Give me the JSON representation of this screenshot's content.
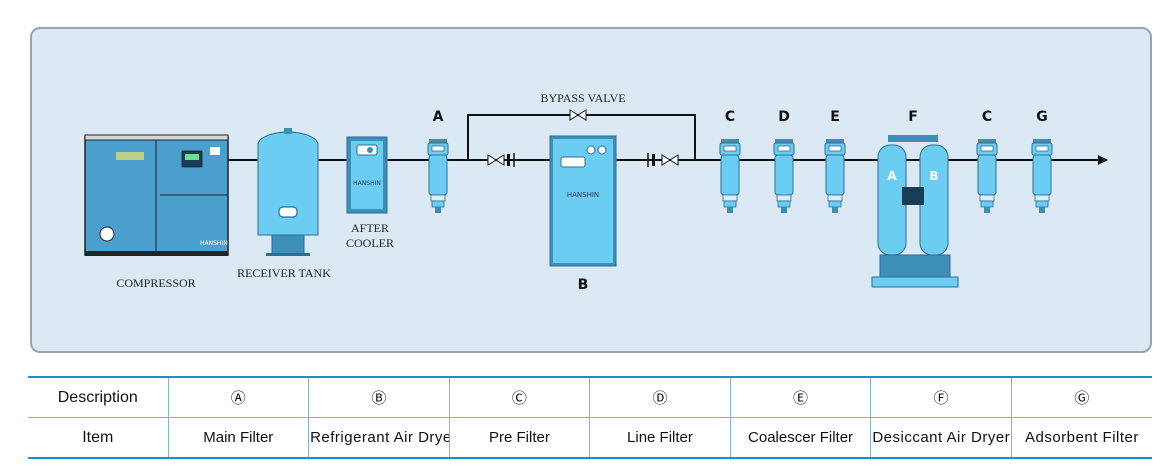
{
  "diagram": {
    "labels": {
      "compressor": "COMPRESSOR",
      "receiver_tank": "RECEIVER TANK",
      "after_cooler_1": "AFTER",
      "after_cooler_2": "COOLER",
      "bypass_valve": "BYPASS VALVE",
      "brand": "HANSHIN"
    },
    "letters": {
      "a": "A",
      "b": "B",
      "c1": "C",
      "d": "D",
      "e": "E",
      "f": "F",
      "c2": "C",
      "g": "G",
      "tower_a": "A",
      "tower_b": "B"
    },
    "colors": {
      "panel": "#dbe9f5",
      "equipment": "#6ccdf3",
      "equipment_dark": "#3d8fb8",
      "compressor": "#4a9fcc",
      "line": "#111111"
    }
  },
  "legend": {
    "header_description": "Description",
    "header_item": "Item",
    "columns": [
      {
        "symbol": "Ⓐ",
        "item": "Main Filter"
      },
      {
        "symbol": "Ⓑ",
        "item": "Refrigerant Air Dryer"
      },
      {
        "symbol": "Ⓒ",
        "item": "Pre Filter"
      },
      {
        "symbol": "Ⓓ",
        "item": "Line Filter"
      },
      {
        "symbol": "Ⓔ",
        "item": "Coalescer Filter"
      },
      {
        "symbol": "Ⓕ",
        "item": "Desiccant Air Dryer"
      },
      {
        "symbol": "Ⓖ",
        "item": "Adsorbent Filter"
      }
    ]
  }
}
